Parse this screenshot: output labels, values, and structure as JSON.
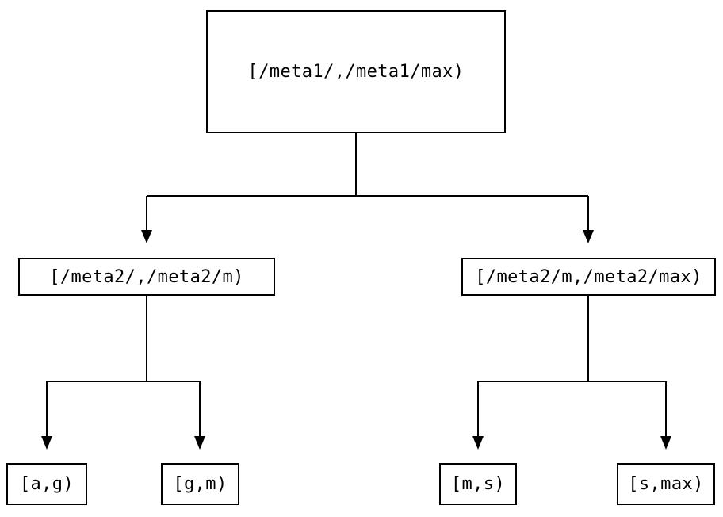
{
  "diagram": {
    "colors": {
      "line": "#000000",
      "text": "#000000",
      "background": "#ffffff"
    },
    "root": {
      "label": "[/meta1/,/meta1/max)"
    },
    "children": [
      {
        "label": "[/meta2/,/meta2/m)",
        "children": [
          {
            "label": "[a,g)"
          },
          {
            "label": "[g,m)"
          }
        ]
      },
      {
        "label": "[/meta2/m,/meta2/max)",
        "children": [
          {
            "label": "[m,s)"
          },
          {
            "label": "[s,max)"
          }
        ]
      }
    ]
  }
}
